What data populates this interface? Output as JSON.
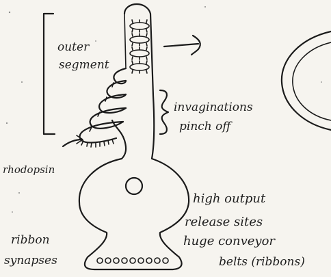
{
  "labels": {
    "outer_segment_line1": "outer",
    "outer_segment_line2": "segment",
    "invaginations_line1": "invaginations",
    "invaginations_line2": "pinch off",
    "rhodopsin": "rhodopsin",
    "high_output_line1": "high output",
    "high_output_line2": "release sites",
    "conveyor_line1": "huge conveyor",
    "conveyor_line2": "belts (ribbons)",
    "ribbon_line1": "ribbon",
    "ribbon_line2": "synapses"
  },
  "colors": {
    "ink": "#1b1b1b",
    "paper": "#f6f4ef"
  }
}
